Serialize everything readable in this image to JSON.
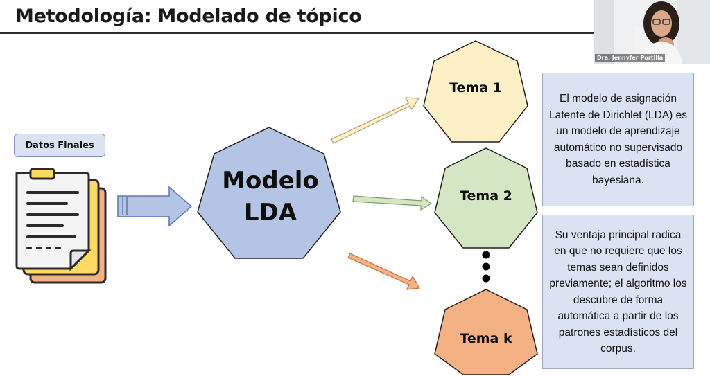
{
  "slide": {
    "title": "Metodología: Modelado de tópico"
  },
  "video": {
    "participant_name": "Dra. Jennyfer Portilla"
  },
  "diagram": {
    "input_label": "Datos Finales",
    "model_label_line1": "Modelo",
    "model_label_line2": "LDA",
    "topics": [
      "Tema 1",
      "Tema 2",
      "Tema k"
    ]
  },
  "notes": {
    "description": "El modelo de asignación Latente de Dirichlet (LDA) es un modelo de aprendizaje automático no supervisado basado en estadística bayesiana.",
    "advantage": "Su ventaja principal radica en que no requiere que los temas sean definidos previamente; el algoritmo los descubre de forma automática a partir de los patrones estadísticos del corpus."
  },
  "colors": {
    "model_fill": "#b4c4e4",
    "topic1_fill": "#fdefc6",
    "topic2_fill": "#d5e6c5",
    "topick_fill": "#f4b183",
    "box_fill": "#dbe3f3"
  }
}
